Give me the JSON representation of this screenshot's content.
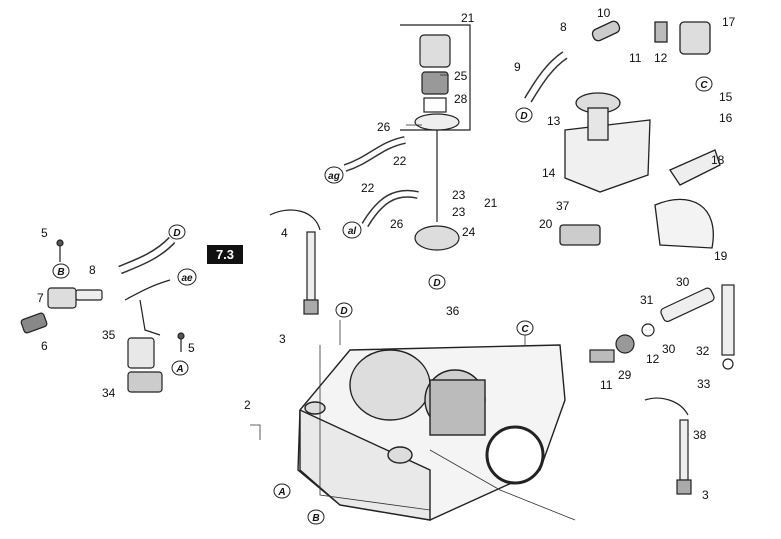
{
  "section_badge": "7.3",
  "part_numbers": [
    "2",
    "3",
    "3",
    "4",
    "5",
    "5",
    "6",
    "7",
    "8",
    "8",
    "9",
    "10",
    "11",
    "11",
    "12",
    "12",
    "13",
    "14",
    "15",
    "16",
    "17",
    "18",
    "19",
    "20",
    "21",
    "21",
    "22",
    "22",
    "23",
    "23",
    "24",
    "25",
    "26",
    "26",
    "28",
    "29",
    "30",
    "30",
    "31",
    "32",
    "33",
    "34",
    "35",
    "36",
    "37",
    "38"
  ],
  "connector_letters": [
    "A",
    "A",
    "B",
    "B",
    "C",
    "C",
    "D",
    "D",
    "D",
    "D",
    "ae",
    "ag",
    "al"
  ]
}
